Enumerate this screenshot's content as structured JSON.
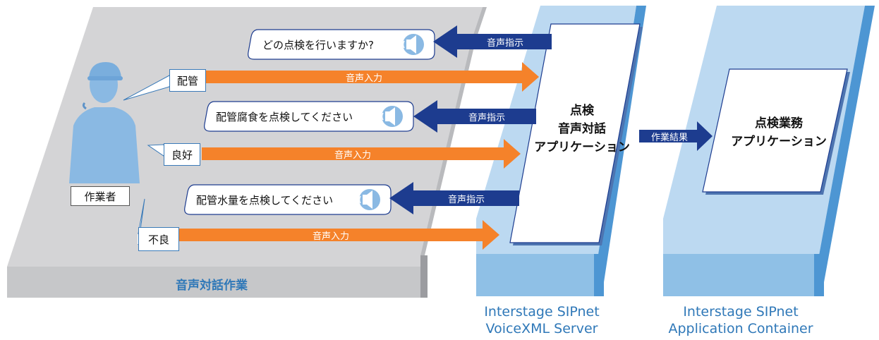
{
  "colors": {
    "gray_platform": "#d4d4d6",
    "gray_edge": "#9b9ca0",
    "light_blue": "#bcd9f1",
    "mid_blue": "#8fc0e6",
    "dark_blue_edge": "#4d96d3",
    "orange": "#f5822a",
    "navy": "#1d3c8f",
    "caption_blue": "#2f78b8",
    "person_blue": "#8ab9e3"
  },
  "worker": {
    "label": "作業者"
  },
  "work_area": {
    "label": "音声対話作業"
  },
  "responses": [
    {
      "word": "配管",
      "arrow_label": "音声入力"
    },
    {
      "word": "良好",
      "arrow_label": "音声入力"
    },
    {
      "word": "不良",
      "arrow_label": "音声入力"
    }
  ],
  "prompts": [
    {
      "text": "どの点検を行いますか?",
      "arrow_label": "音声指示",
      "icon": "speaker-icon"
    },
    {
      "text": "配管腐食を点検してください",
      "arrow_label": "音声指示",
      "icon": "speaker-icon"
    },
    {
      "text": "配管水量を点検してください",
      "arrow_label": "音声指示",
      "icon": "speaker-icon"
    }
  ],
  "voice_app": {
    "line1": "点検",
    "line2": "音声対話",
    "line3": "アプリケーション"
  },
  "result_arrow": {
    "label": "作業結果"
  },
  "business_app": {
    "line1": "点検業務",
    "line2": "アプリケーション"
  },
  "servers": [
    {
      "line1": "Interstage SIPnet",
      "line2": "VoiceXML Server"
    },
    {
      "line1": "Interstage SIPnet",
      "line2": "Application Container"
    }
  ]
}
